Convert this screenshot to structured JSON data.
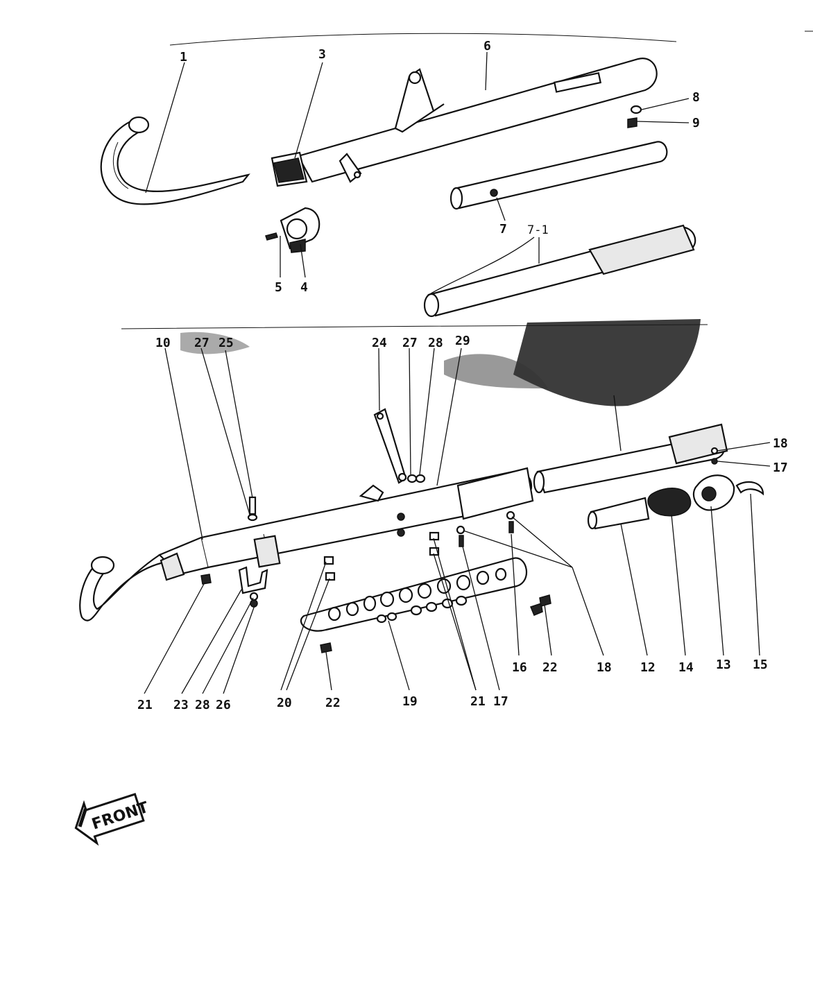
{
  "diagram": {
    "front_label": "FRONT",
    "labels": {
      "p1": "1",
      "p3": "3",
      "p6": "6",
      "p8": "8",
      "p9": "9",
      "p7": "7",
      "p7_1": "7-1",
      "p5": "5",
      "p4": "4",
      "p10": "10",
      "p27a": "27",
      "p25": "25",
      "p24": "24",
      "p27b": "27",
      "p28a": "28",
      "p29": "29",
      "p18a": "18",
      "p17a": "17",
      "p16": "16",
      "p22a": "22",
      "p18b": "18",
      "p12": "12",
      "p14": "14",
      "p13": "13",
      "p15": "15",
      "p21a": "21",
      "p23": "23",
      "p28b": "28",
      "p26": "26",
      "p20": "20",
      "p22b": "22",
      "p19": "19",
      "p21b": "21",
      "p17b": "17"
    }
  }
}
